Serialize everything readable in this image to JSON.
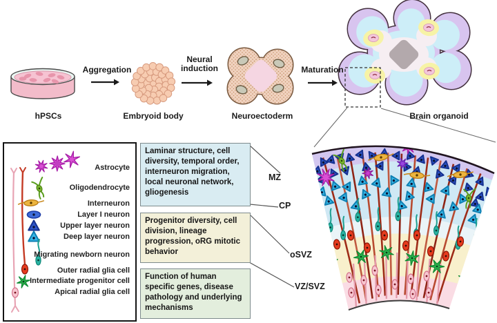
{
  "pipeline": {
    "stages": [
      "hPSCs",
      "Embryoid body",
      "Neuroectoderm",
      "Brain organoid"
    ],
    "arrows": [
      "Aggregation",
      "Neural induction",
      "Maturation"
    ]
  },
  "legend": {
    "items": [
      "Astrocyte",
      "Oligodendrocyte",
      "Interneuron",
      "Layer I neuron",
      "Upper layer neuron",
      "Deep layer neuron",
      "Migrating newborn neuron",
      "Outer radial glia cell",
      "Intermediate progenitor cell",
      "Apical radial glia cell"
    ]
  },
  "info_boxes": [
    {
      "text": "Laminar structure, cell diversity, temporal order, interneuron migration, local neuronal network, gliogenesis"
    },
    {
      "text": "Progenitor diversity, cell division, lineage progression, oRG mitotic behavior"
    },
    {
      "text": "Function of human specific genes, disease pathology and underlying mechanisms"
    }
  ],
  "organoid_zones": [
    "MZ",
    "CP",
    "oSVZ",
    "VZ/SVZ"
  ],
  "colors": {
    "mz_band": "#d3c7f0",
    "cp_band": "#cfe8f4",
    "gap_band": "#eaf4f8",
    "osvz_band": "#f8f0cc",
    "vz_band": "#fadce4",
    "box_blue": "#d9ecf2",
    "box_yellow": "#f3f0d9",
    "box_green": "#e3eedd"
  }
}
